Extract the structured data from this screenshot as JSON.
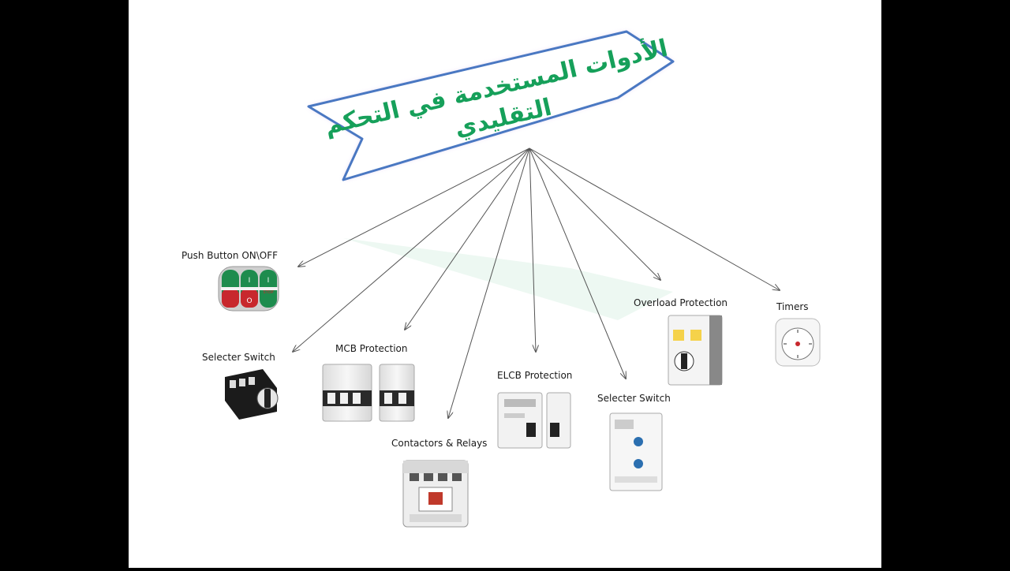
{
  "banner": {
    "title_line1": "الأدوات المستخدمة في التحكم",
    "title_line2": "التقليدي",
    "text_color": "#16a05a",
    "border_color": "#4a78c2"
  },
  "items": [
    {
      "id": "push-button",
      "label": "Push Button ON\\OFF"
    },
    {
      "id": "selecter-switch-1",
      "label": "Selecter Switch"
    },
    {
      "id": "mcb",
      "label": "MCB Protection"
    },
    {
      "id": "contactors",
      "label": "Contactors & Relays"
    },
    {
      "id": "elcb",
      "label": "ELCB Protection"
    },
    {
      "id": "selecter-switch-2",
      "label": "Selecter Switch"
    },
    {
      "id": "overload",
      "label": "Overload Protection"
    },
    {
      "id": "timers",
      "label": "Timers"
    }
  ],
  "icons": {
    "push_button_stop": "STOP",
    "push_button_on": "I",
    "push_button_off": "O"
  },
  "colors": {
    "arrow": "#555555",
    "device_body": "#f2f2f2",
    "accent_green": "#1e8c4e",
    "accent_red": "#c8282d",
    "device_yellow": "#f5d24a",
    "knob_blue": "#2b6fb0"
  }
}
